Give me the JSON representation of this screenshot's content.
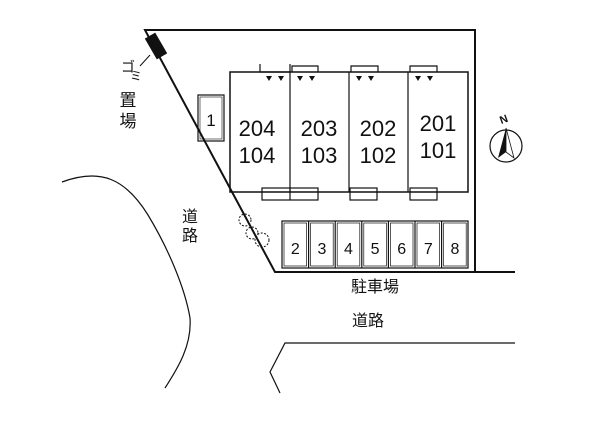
{
  "labels": {
    "garbage": [
      "ゴ",
      "ミ",
      "置",
      "場"
    ],
    "road_left": [
      "道",
      "路"
    ],
    "parking": "駐車場",
    "road_bottom": "道路",
    "north": "N"
  },
  "buildings": [
    {
      "upper": "204",
      "lower": "104"
    },
    {
      "upper": "203",
      "lower": "103"
    },
    {
      "upper": "202",
      "lower": "102"
    },
    {
      "upper": "201",
      "lower": "101"
    }
  ],
  "parking_spaces": [
    "1",
    "2",
    "3",
    "4",
    "5",
    "6",
    "7",
    "8"
  ],
  "colors": {
    "line": "#111111",
    "background": "#ffffff"
  }
}
